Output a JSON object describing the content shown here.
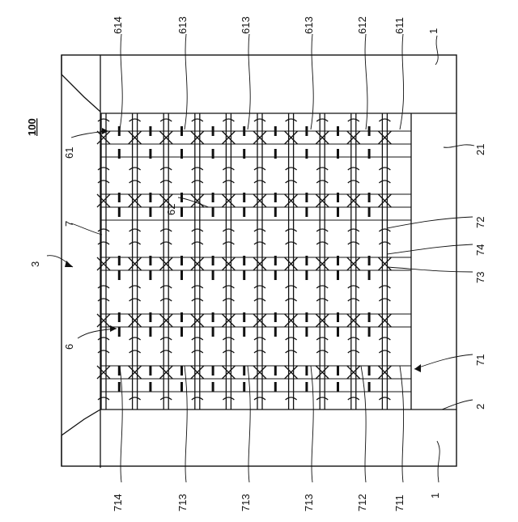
{
  "figure": {
    "assembly_ref": "100",
    "labels": {
      "top": [
        "614",
        "613",
        "613",
        "613",
        "612",
        "611",
        "1"
      ],
      "bottom": [
        "714",
        "713",
        "713",
        "713",
        "712",
        "711",
        "1"
      ],
      "left": {
        "assembly": "3",
        "warp_group": "61",
        "weft_group": "7",
        "body": "6",
        "connector": "62"
      },
      "right": {
        "frame_gap": "21",
        "cross": "72",
        "node_a": "74",
        "node_b": "73",
        "edge": "71",
        "base": "2"
      }
    }
  }
}
